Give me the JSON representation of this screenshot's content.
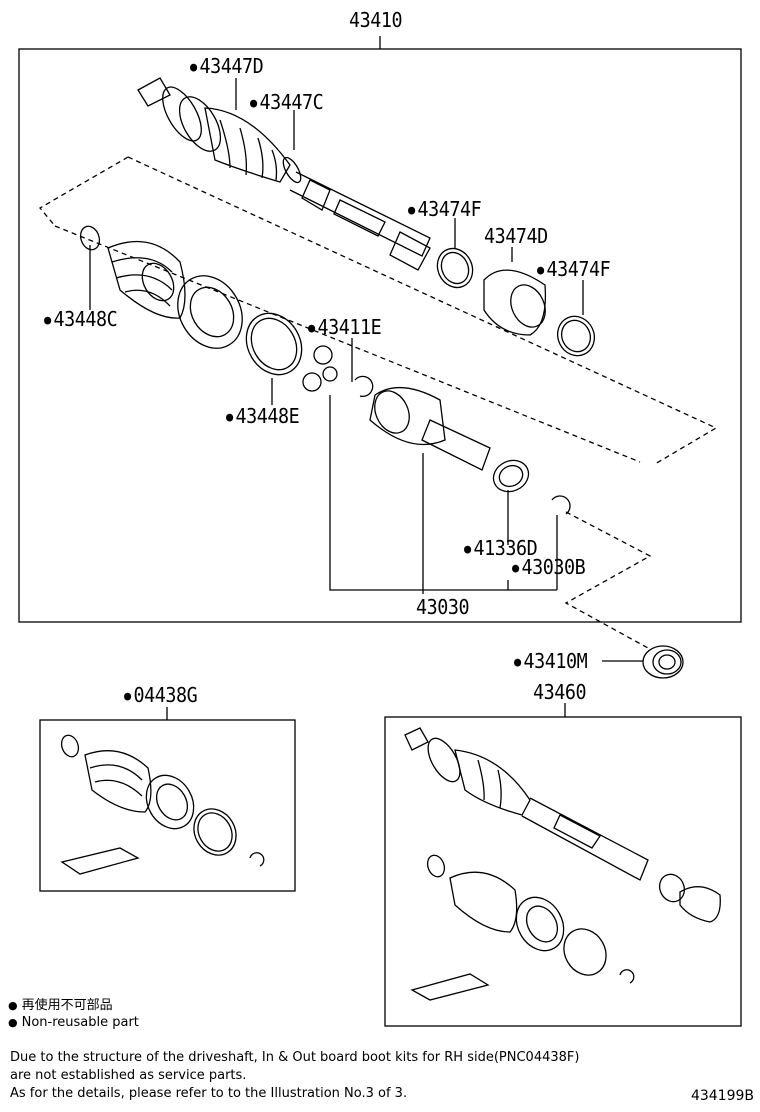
{
  "diagram": {
    "main_assembly": "43410",
    "callouts": {
      "c43447D": "43447D",
      "c43447C": "43447C",
      "c43474F_a": "43474F",
      "c43474D": "43474D",
      "c43474F_b": "43474F",
      "c43448C": "43448C",
      "c43411E": "43411E",
      "c43448E": "43448E",
      "c41336D": "41336D",
      "c43030B": "43030B",
      "c43030": "43030",
      "c43410M": "43410M",
      "c04438G": "04438G",
      "c43460": "43460"
    },
    "non_reusable_marked": [
      "43447D",
      "43447C",
      "43474F",
      "43474F",
      "43448C",
      "43411E",
      "43448E",
      "41336D",
      "43030B",
      "43410M",
      "04438G"
    ]
  },
  "legend": {
    "line_jp": "再使用不可部品",
    "line_en": "Non-reusable part"
  },
  "note": {
    "line1": "Due to the structure of the driveshaft, In & Out board  boot kits for RH side(PNC04438F)",
    "line2": "are not established as service parts.",
    "line3": "As for the details, please refer to to the Illustration No.3 of 3."
  },
  "illustration_code": "434199B"
}
